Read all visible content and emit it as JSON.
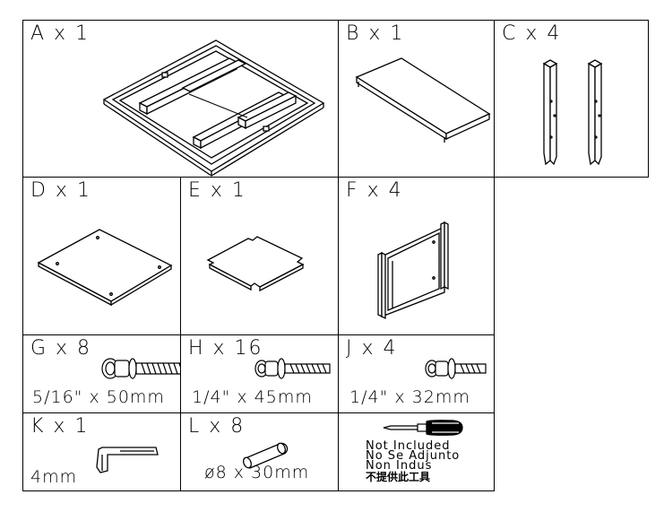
{
  "parts": {
    "A": {
      "label": "A x 1"
    },
    "B": {
      "label": "B x 1"
    },
    "C": {
      "label": "C x 4"
    },
    "D": {
      "label": "D x 1"
    },
    "E": {
      "label": "E x 1"
    },
    "F": {
      "label": "F x 4"
    },
    "G": {
      "label": "G x 8",
      "size": "5/16\" x 50mm"
    },
    "H": {
      "label": "H x 16",
      "size": "1/4\" x 45mm"
    },
    "J": {
      "label": "J x 4",
      "size": "1/4\" x 32mm"
    },
    "K": {
      "label": "K x 1",
      "size": "4mm"
    },
    "L": {
      "label": "L x 8",
      "size": "ø8 x 30mm"
    }
  },
  "tools_note": {
    "line1": "Not Included",
    "line2": "No Se Adjunto",
    "line3": "Non Indus",
    "line4": "不提供此工具"
  },
  "icons": {
    "frame": "frame-assembly-icon",
    "panel": "panel-icon",
    "leg": "leg-icon",
    "bolt": "bolt-icon",
    "allen": "allen-key-icon",
    "dowel": "dowel-icon",
    "screwdriver": "screwdriver-icon"
  }
}
